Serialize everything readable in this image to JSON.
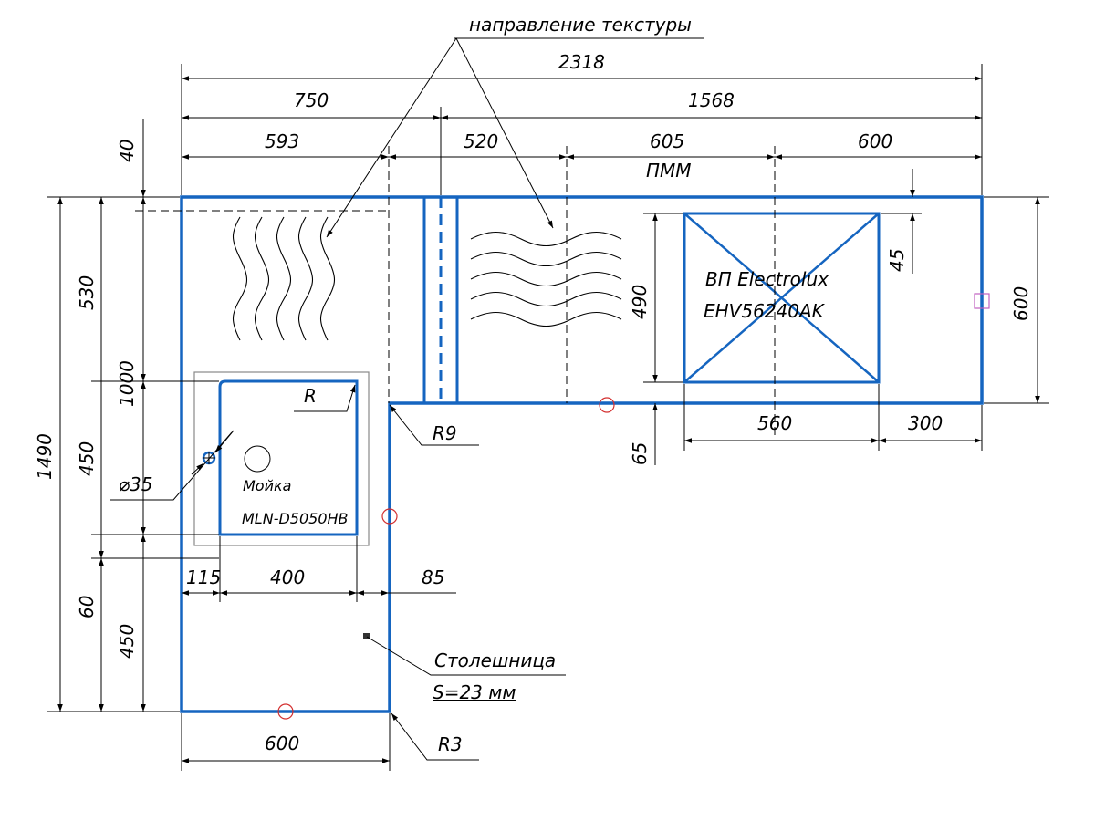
{
  "texture_direction": "направление текстуры",
  "pmm": "ПММ",
  "hob": {
    "line1": "ВП Electrolux",
    "line2": "EHV56240AK"
  },
  "sink": {
    "line1": "Мойка",
    "line2": "MLN-D5050HB",
    "radius": "R"
  },
  "worktop": {
    "name": "Столешница",
    "thickness": "S=23 мм"
  },
  "radii": {
    "inner": "R9",
    "outer": "R3"
  },
  "hole": "⌀35",
  "dimensions": {
    "total": "2318",
    "left_block": "750",
    "right_block": "1568",
    "d593": "593",
    "d520": "520",
    "d605": "605",
    "d600_top": "600",
    "d40": "40",
    "d530": "530",
    "d1000": "1000",
    "d450_mid": "450",
    "d60": "60",
    "d450_low": "450",
    "d1490": "1490",
    "d490": "490",
    "d65": "65",
    "d45": "45",
    "d600_right": "600",
    "d560": "560",
    "d300": "300",
    "d115": "115",
    "d400": "400",
    "d85": "85",
    "d600_bottom": "600"
  },
  "colors": {
    "outline": "#1565c0",
    "marker_red": "#d32f2f",
    "marker_pink": "#c060c0"
  }
}
